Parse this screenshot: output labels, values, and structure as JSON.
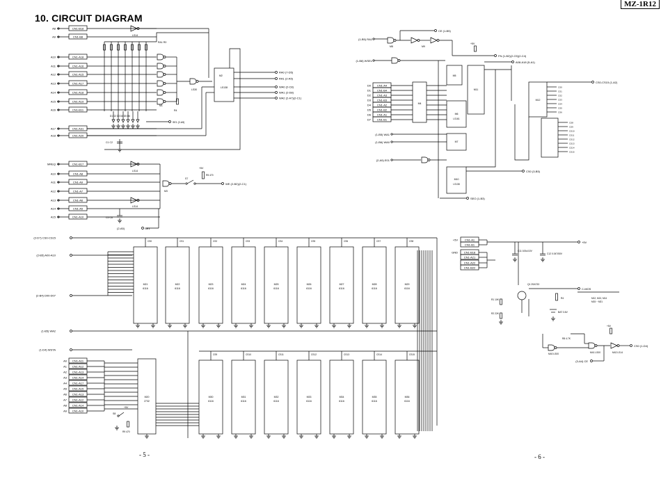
{
  "header": {
    "model": "MZ-1R12",
    "section_title": "10. CIRCUIT DIAGRAM"
  },
  "footer": {
    "left_page": "- 5 -",
    "right_page": "- 6 -"
  },
  "diagram": {
    "top_left": {
      "inputs": [
        {
          "signal": "A8",
          "pin": "CN1-B18"
        },
        {
          "signal": "A9",
          "pin": "CN1-B8"
        },
        {
          "signal": "A10",
          "pin": "CN1-A18"
        },
        {
          "signal": "A11",
          "pin": "CN1-A16"
        },
        {
          "signal": "A12",
          "pin": "CN1-A15"
        },
        {
          "signal": "A13",
          "pin": "CN1-A17"
        },
        {
          "signal": "A14",
          "pin": "CN1-A18"
        },
        {
          "signal": "A15",
          "pin": "CN1-A19"
        },
        {
          "signal": "A16",
          "pin": "CN1-B11"
        },
        {
          "signal": "A17",
          "pin": "CN1-A31"
        },
        {
          "signal": "A18",
          "pin": "CN1-A20"
        }
      ],
      "parts": [
        "LS14",
        "LS30",
        "LS138",
        "RA1 R3",
        "+5V",
        "C1 C2",
        "D1 D2 D3 D4 D5 D6",
        "M1",
        "M2"
      ],
      "outputs": [
        {
          "label": "RA0",
          "ref": "(7-D5)"
        },
        {
          "label": "RA1",
          "ref": "(2-A5)"
        },
        {
          "label": "WA0",
          "ref": "(2-C8)"
        },
        {
          "label": "WA1",
          "ref": "(2-D8)"
        },
        {
          "label": "WA2",
          "ref": "(2-A7)(2-C1)"
        }
      ]
    },
    "mid_left": {
      "inputs": [
        {
          "signal": "MREQ",
          "pin": "CN1-B17"
        },
        {
          "signal": "A10",
          "pin": "CN1-A8"
        },
        {
          "signal": "A11",
          "pin": "CN1-A9"
        },
        {
          "signal": "A12",
          "pin": "CN1-A7"
        },
        {
          "signal": "A13",
          "pin": "CN1-A6"
        },
        {
          "signal": "A14",
          "pin": "CN1-A5"
        },
        {
          "signal": "A15",
          "pin": "CN1-A10"
        }
      ],
      "parts": [
        "LS14",
        "LS14",
        "M3",
        "S7",
        "R5 470",
        "C5 C6"
      ],
      "outputs": [
        {
          "label": "WE",
          "ref": "(2-B2)(2-C1)"
        },
        {
          "label": "SE1",
          "ref": "(2-A5)"
        }
      ]
    },
    "top_right": {
      "inputs": [
        {
          "signal": "RA1",
          "ref": "(1-B5)"
        },
        {
          "signal": "WSEL",
          "ref": "(1-B8)"
        },
        {
          "signal": "D0",
          "pin": "CN1-A4"
        },
        {
          "signal": "D1",
          "pin": "CN1-B4"
        },
        {
          "signal": "D2",
          "pin": "CN1-A3"
        },
        {
          "signal": "D3",
          "pin": "CN1-B3"
        },
        {
          "signal": "D4",
          "pin": "CN1-A2"
        },
        {
          "signal": "D5",
          "pin": "CN1-B2"
        },
        {
          "signal": "D6",
          "pin": "CN1-A1"
        },
        {
          "signal": "D7",
          "pin": "CN1-B1"
        },
        {
          "signal": "WA1",
          "ref": "(1-B5)"
        },
        {
          "signal": "WA0",
          "ref": "(1-B6)"
        },
        {
          "signal": "E01",
          "ref": "(2-A5)"
        },
        {
          "signal": "S02",
          "ref": "(1-D8)"
        }
      ],
      "parts": [
        "M4 LS244",
        "M5 LS161",
        "M6 LS161",
        "M7",
        "M8 LS32",
        "M9 LS02",
        "M10 LS138",
        "M11 LS139",
        "M12",
        "4.7K",
        "+5V"
      ],
      "outputs": [
        {
          "label": "CE",
          "ref": "(1-B5)"
        },
        {
          "label": "FN",
          "ref": "(1-B2)(2-C5)(2-C4)"
        },
        {
          "label": "A08-A18",
          "ref": "(5-A1)"
        },
        {
          "label": "CS0-CS15",
          "ref": "(1-A2)"
        },
        {
          "label": "CS0",
          "ref": "(3-B5)"
        },
        {
          "label": "SEO",
          "ref": "(1-B3)"
        }
      ]
    },
    "memory_array": {
      "row1_chips": [
        {
          "ref": "M21",
          "type": "6116",
          "cs": "CS0"
        },
        {
          "ref": "M22",
          "type": "6116",
          "cs": "CS1"
        },
        {
          "ref": "M23",
          "type": "6116",
          "cs": "CS2"
        },
        {
          "ref": "M24",
          "type": "6116",
          "cs": "CS3"
        },
        {
          "ref": "M25",
          "type": "6116",
          "cs": "CS4"
        },
        {
          "ref": "M26",
          "type": "6116",
          "cs": "CS5"
        },
        {
          "ref": "M27",
          "type": "6116",
          "cs": "CS6"
        },
        {
          "ref": "M28",
          "type": "6116",
          "cs": "CS7"
        },
        {
          "ref": "M29",
          "type": "6116",
          "cs": "CS8"
        }
      ],
      "row2_chips": [
        {
          "ref": "M30",
          "type": "6116",
          "cs": "CS9"
        },
        {
          "ref": "M31",
          "type": "6116",
          "cs": "CS10"
        },
        {
          "ref": "M32",
          "type": "6116",
          "cs": "CS11"
        },
        {
          "ref": "M33",
          "type": "6116",
          "cs": "CS12"
        },
        {
          "ref": "M34",
          "type": "6116",
          "cs": "CS13"
        },
        {
          "ref": "M35",
          "type": "6116",
          "cs": "CS14"
        },
        {
          "ref": "M36",
          "type": "6116",
          "cs": "CS15"
        }
      ],
      "left_signals": [
        {
          "label": "CS0-CS15",
          "ref": "(2-D7)"
        },
        {
          "label": "A00-A10",
          "ref": "(2-B5)"
        },
        {
          "label": "D00-D07",
          "ref": "(2-B4)"
        },
        {
          "label": "WA2",
          "ref": "(1-B5)"
        },
        {
          "label": "WSTA",
          "ref": "(1-D4)"
        }
      ],
      "rom": {
        "ref": "M20",
        "type": "2732"
      },
      "rom_inputs": [
        {
          "signal": "A0",
          "pin": "CN1-A11"
        },
        {
          "signal": "A1",
          "pin": "CN1-A12"
        },
        {
          "signal": "A2",
          "pin": "CN1-A13"
        },
        {
          "signal": "A3",
          "pin": "CN1-A14"
        },
        {
          "signal": "A4",
          "pin": "CN1-A17"
        },
        {
          "signal": "A5",
          "pin": "CN1-A15"
        },
        {
          "signal": "A6",
          "pin": "CN1-A13"
        },
        {
          "signal": "A7",
          "pin": "CN1-A12"
        },
        {
          "signal": "A8",
          "pin": "CN1-A14"
        },
        {
          "signal": "A9",
          "pin": "CN1-A10"
        }
      ],
      "rom_parts": [
        "S8",
        "+5V",
        "R9 470"
      ]
    },
    "power": {
      "inputs": [
        {
          "signal": "+5V",
          "pin": "CN1-A1"
        },
        {
          "signal": "",
          "pin": "CN1-B1"
        },
        {
          "signal": "GND",
          "pin": "CN1-B18"
        },
        {
          "signal": "",
          "pin": "CN1-A21"
        },
        {
          "signal": "",
          "pin": "CN1-A22"
        },
        {
          "signal": "",
          "pin": "CN1-B22"
        }
      ],
      "parts": [
        "C11 100u/10V",
        "C12 0.047/50V",
        "Q1 2SA733",
        "D1",
        "D2",
        "R1 10K",
        "R2 22K",
        "R3",
        "R4",
        "R5",
        "R6",
        "BAT 3.6V",
        "R8 4.7K",
        "M40 LS00",
        "M41 LS00",
        "M42 LS14"
      ],
      "outputs": [
        {
          "label": "+5V"
        },
        {
          "label": "C-MOS"
        },
        {
          "label": "CS0",
          "ref": "(1-D4)"
        },
        {
          "label": "CE",
          "ref": "(3-A4)"
        }
      ]
    }
  }
}
